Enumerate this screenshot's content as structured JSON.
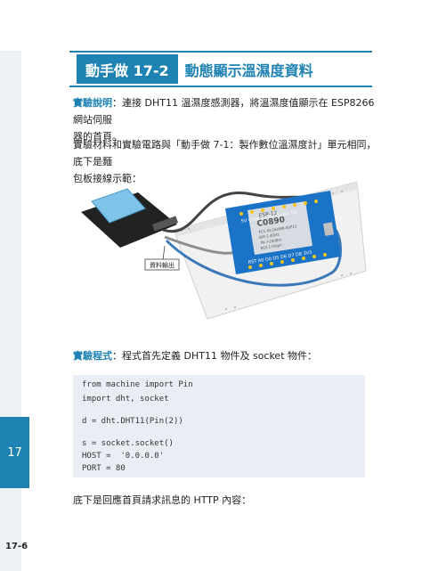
{
  "sidebar": {
    "chapter": "17",
    "page_number": "17-6"
  },
  "title": {
    "label": "動手做 17-2",
    "text": "動態顯示溫濕度資料"
  },
  "intro": {
    "keyword": "實驗說明",
    "text": "：連接 DHT11 溫濕度感測器，將溫濕度值顯示在 ESP8266 網站伺服",
    "text2": "器的首頁。"
  },
  "para2": {
    "line1": "實驗材料和實驗電路與「動手做 7-1：製作數位溫濕度計」單元相同，底下是麵",
    "line2": "包板接線示範："
  },
  "figure": {
    "callout": "資料輸出",
    "chip_lines": [
      "ESP-12",
      "C0890",
      "FCC ID:2AHMR-ESP12",
      "ISM 2.4GHz",
      "PA +25dBm",
      "802.11b/g/n"
    ],
    "pin_top": "5V G D4 D3 D2 D1 RX TX",
    "pin_bottom": "RST A0 D0 D5 D6 D7 D8 3V3"
  },
  "program": {
    "keyword": "實驗程式",
    "text": "：程式首先定義 DHT11 物件及 socket 物件："
  },
  "code": {
    "line1": "from machine import Pin",
    "line2": "import dht, socket",
    "line3": "d = dht.DHT11(Pin(2))",
    "line4": "s = socket.socket()",
    "line5": "HOST =  '0.0.0.0'",
    "line6": "PORT = 80"
  },
  "footer_text": "底下是回應首頁請求訊息的 HTTP 內容：",
  "colors": {
    "accent": "#1e82b3",
    "code_bg": "#e9eef4",
    "board": "#1b73c8",
    "sensor": "#7fc4e8"
  }
}
